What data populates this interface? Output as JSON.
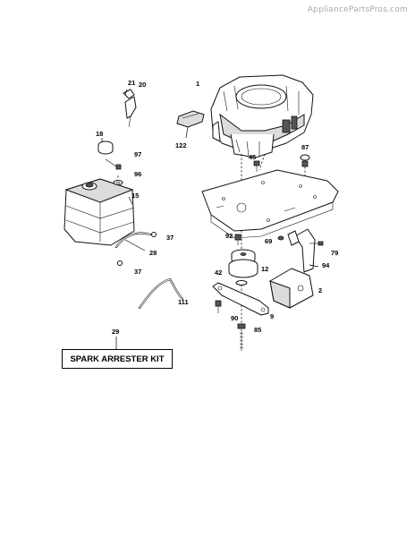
{
  "watermark": "AppliancePartsPros.com",
  "kit_label": "SPARK ARRESTER KIT",
  "callouts": {
    "c1": "1",
    "c2": "2",
    "c9": "9",
    "c12": "12",
    "c15": "15",
    "c18": "18",
    "c20": "20",
    "c21": "21",
    "c28": "28",
    "c29": "29",
    "c37a": "37",
    "c37b": "37",
    "c42": "42",
    "c45": "45",
    "c69": "69",
    "c79": "79",
    "c85": "85",
    "c87": "87",
    "c90": "90",
    "c92": "92",
    "c94": "94",
    "c96": "96",
    "c97": "97",
    "c111": "111",
    "c122": "122"
  },
  "icons": {
    "engine": "engine-icon",
    "fuel_tank": "fuel-tank-icon",
    "muffler": "muffler-icon",
    "pulley": "pulley-icon",
    "frame": "frame-plate-icon"
  }
}
